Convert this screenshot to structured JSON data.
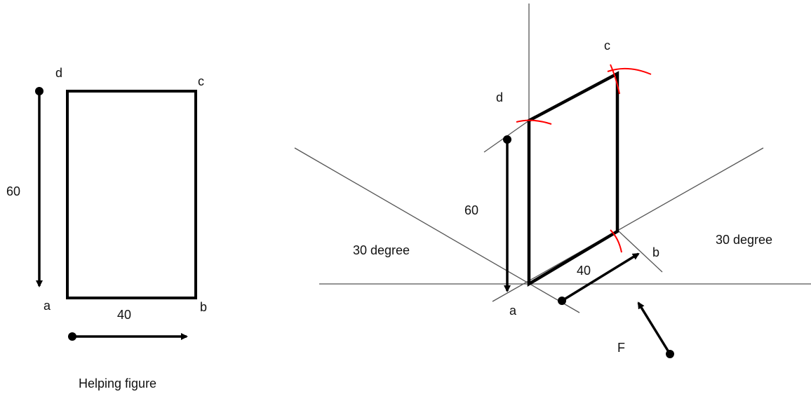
{
  "colors": {
    "ink": "#000000",
    "construction": "#555555",
    "mark": "#ff0000"
  },
  "helping_figure": {
    "caption": "Helping figure",
    "corner_a": "a",
    "corner_b": "b",
    "corner_c": "c",
    "corner_d": "d",
    "height_value": "60",
    "width_value": "40"
  },
  "isometric_figure": {
    "corner_a": "a",
    "corner_b": "b",
    "corner_c": "c",
    "corner_d": "d",
    "height_value": "60",
    "width_value": "40",
    "left_angle": "30 degree",
    "right_angle": "30 degree",
    "front_label": "F"
  }
}
